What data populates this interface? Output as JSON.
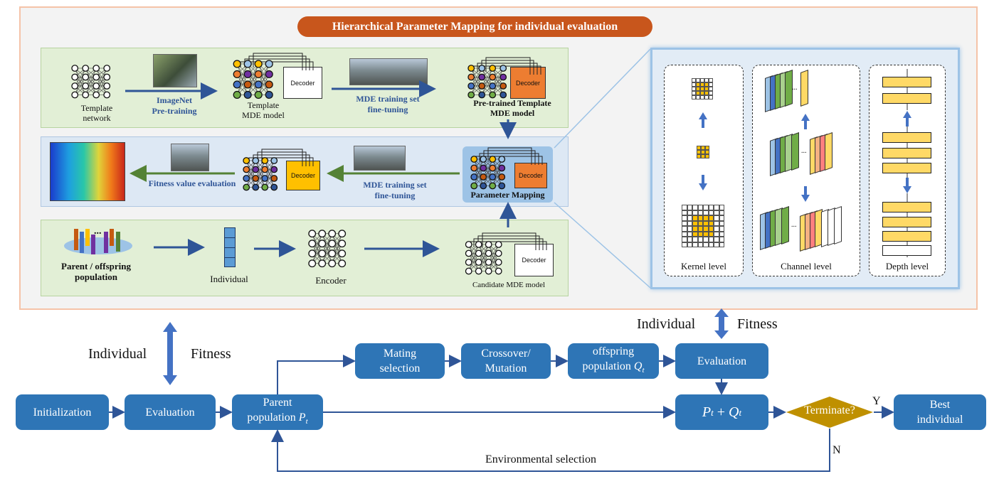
{
  "top_panel": {
    "title": "Hierarchical Parameter Mapping for individual evaluation",
    "row1": {
      "template_network": "Template\nnetwork",
      "imagenet": "ImageNet\nPre-training",
      "template_mde": "Template\nMDE model",
      "decoder": "Decoder",
      "mde_finetune": "MDE training set\nfine-tuning",
      "pretrained": "Pre-trained Template\nMDE model",
      "decoder2": "Decoder"
    },
    "row2": {
      "fitness_eval": "Fitness value evaluation",
      "decoder": "Decoder",
      "mde_finetune": "MDE training set\nfine-tuning",
      "param_mapping": "Parameter Mapping",
      "decoder2": "Decoder"
    },
    "row3": {
      "population": "Parent / offspring\npopulation",
      "ellipsis": "...",
      "individual": "Individual",
      "encoder": "Encoder",
      "decoder": "Decoder",
      "candidate": "Candidate MDE model"
    },
    "levels": {
      "kernel": "Kernel level",
      "channel": "Channel level",
      "depth": "Depth level",
      "dots": "..."
    }
  },
  "middle": {
    "individual_left": "Individual",
    "fitness_left": "Fitness",
    "individual_right": "Individual",
    "fitness_right": "Fitness"
  },
  "flow": {
    "initialization": "Initialization",
    "evaluation1": "Evaluation",
    "parent_pop_line1": "Parent",
    "parent_pop_line2": "population",
    "parent_pop_sym": "P",
    "parent_pop_sub": "t",
    "mating": "Mating\nselection",
    "crossover": "Crossover/\nMutation",
    "offspring_line1": "offspring",
    "offspring_line2": "population",
    "offspring_sym": "Q",
    "offspring_sub": "t",
    "evaluation2": "Evaluation",
    "ptqt_p": "P",
    "ptqt_t1": "t",
    "ptqt_plus": " + ",
    "ptqt_q": "Q",
    "ptqt_t2": "t",
    "terminate": "Terminate?",
    "yes": "Y",
    "no": "N",
    "best": "Best\nindividual",
    "env_selection": "Environmental selection"
  },
  "colors": {
    "flow_box": "#2e75b6",
    "terminate": "#bf9000",
    "title_pill": "#c8561c",
    "arrow_blue": "#2f5597",
    "arrow_green": "#548235"
  }
}
